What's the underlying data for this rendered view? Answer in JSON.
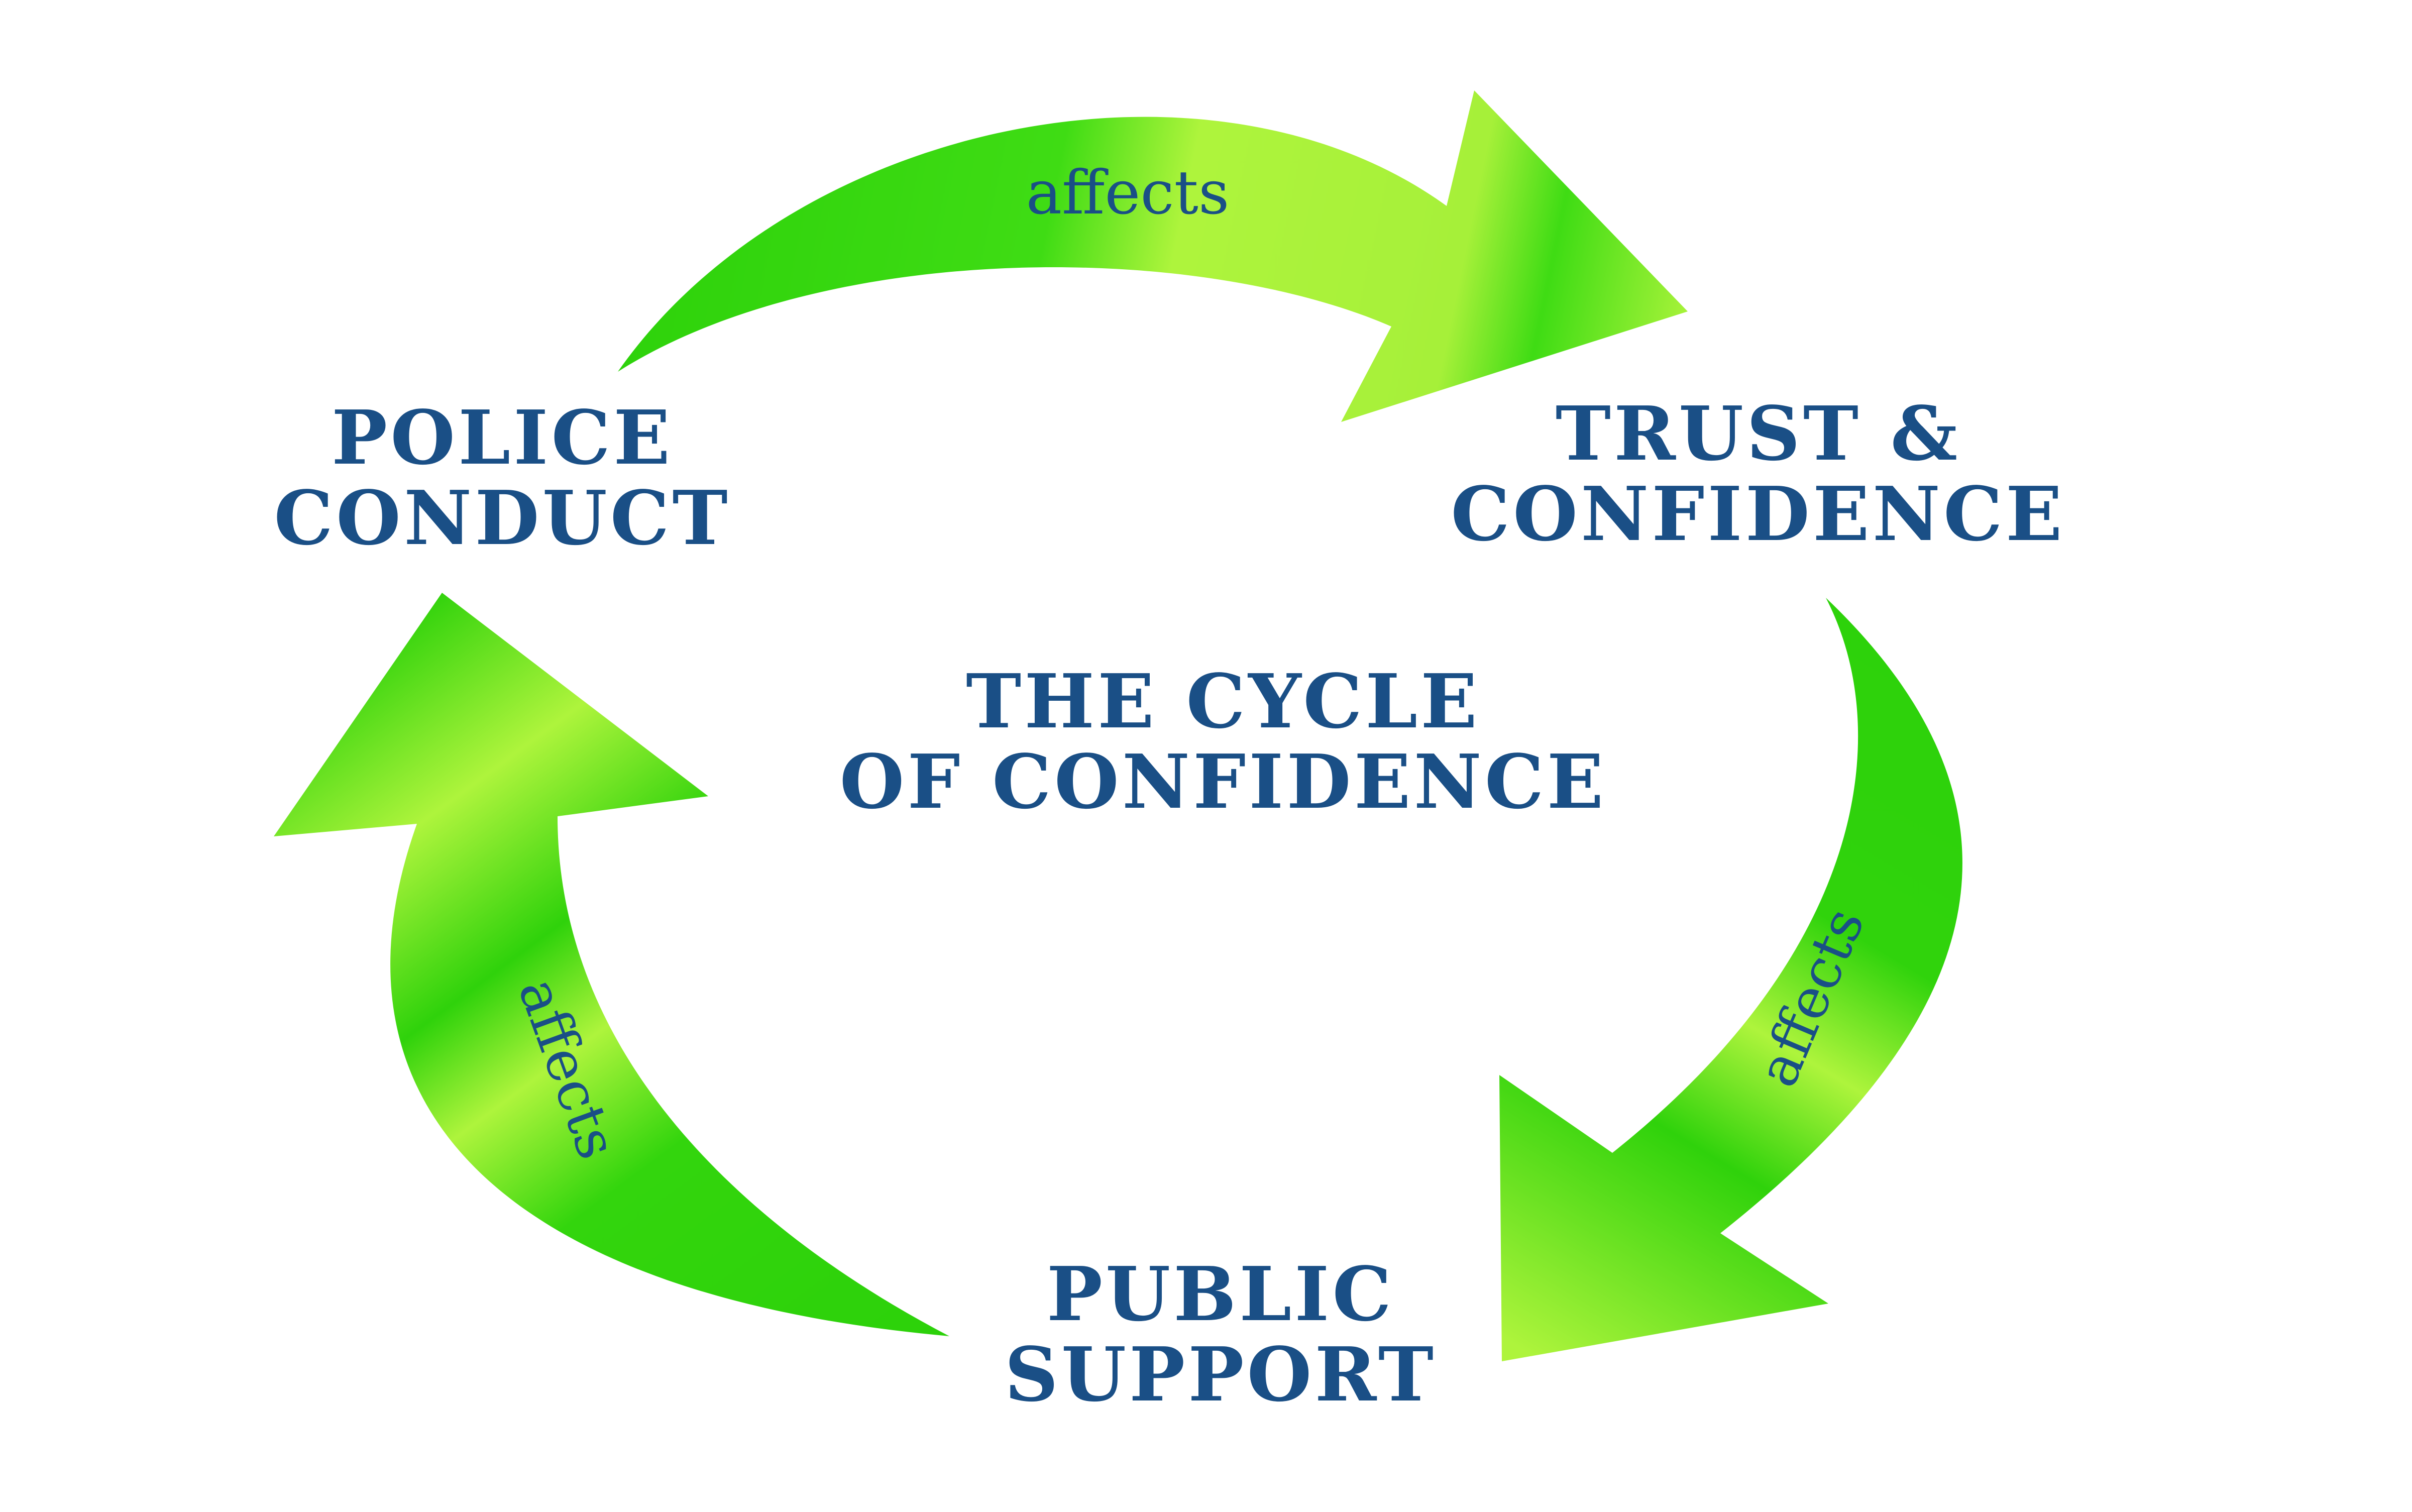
{
  "colors": {
    "text": "#1a4f86",
    "arrow_dark": "#2cd10a",
    "arrow_light": "#aef43c"
  },
  "title": {
    "line1": "THE CYCLE",
    "line2": "OF CONFIDENCE"
  },
  "nodes": {
    "police_conduct": {
      "line1": "POLICE",
      "line2": "CONDUCT"
    },
    "trust_confidence": {
      "line1": "TRUST &",
      "line2": "CONFIDENCE"
    },
    "public_support": {
      "line1": "PUBLIC",
      "line2": "SUPPORT"
    }
  },
  "edges": {
    "top": {
      "label": "affects",
      "from": "POLICE CONDUCT",
      "to": "TRUST & CONFIDENCE"
    },
    "right": {
      "label": "affects",
      "from": "TRUST & CONFIDENCE",
      "to": "PUBLIC SUPPORT"
    },
    "left": {
      "label": "affects",
      "from": "PUBLIC SUPPORT",
      "to": "POLICE CONDUCT"
    }
  }
}
